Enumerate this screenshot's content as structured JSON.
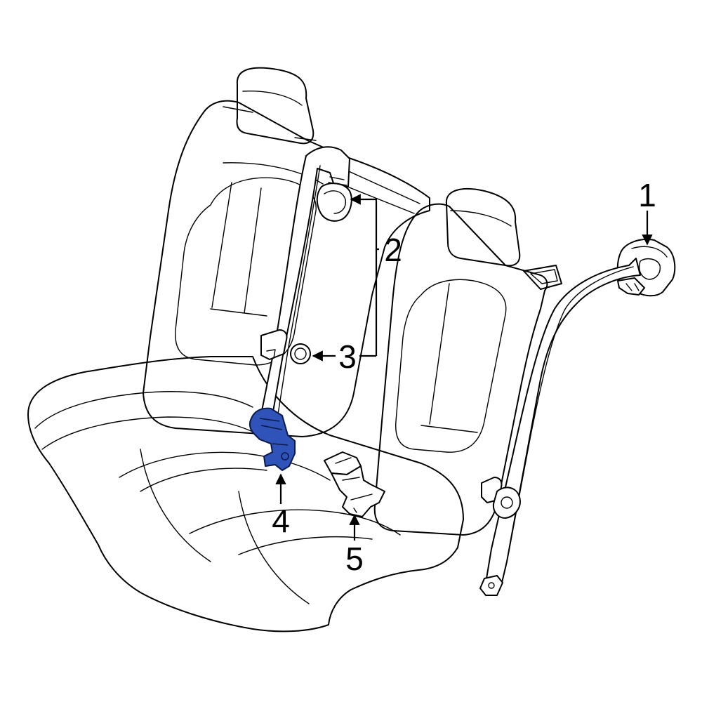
{
  "callouts": [
    {
      "id": "1",
      "label": "1"
    },
    {
      "id": "2",
      "label": "2"
    },
    {
      "id": "3",
      "label": "3"
    },
    {
      "id": "4",
      "label": "4"
    },
    {
      "id": "5",
      "label": "5"
    }
  ],
  "colors": {
    "line": "#000000",
    "background": "#ffffff",
    "highlight_part": "#2f53b8"
  },
  "highlighted_callout": "4"
}
